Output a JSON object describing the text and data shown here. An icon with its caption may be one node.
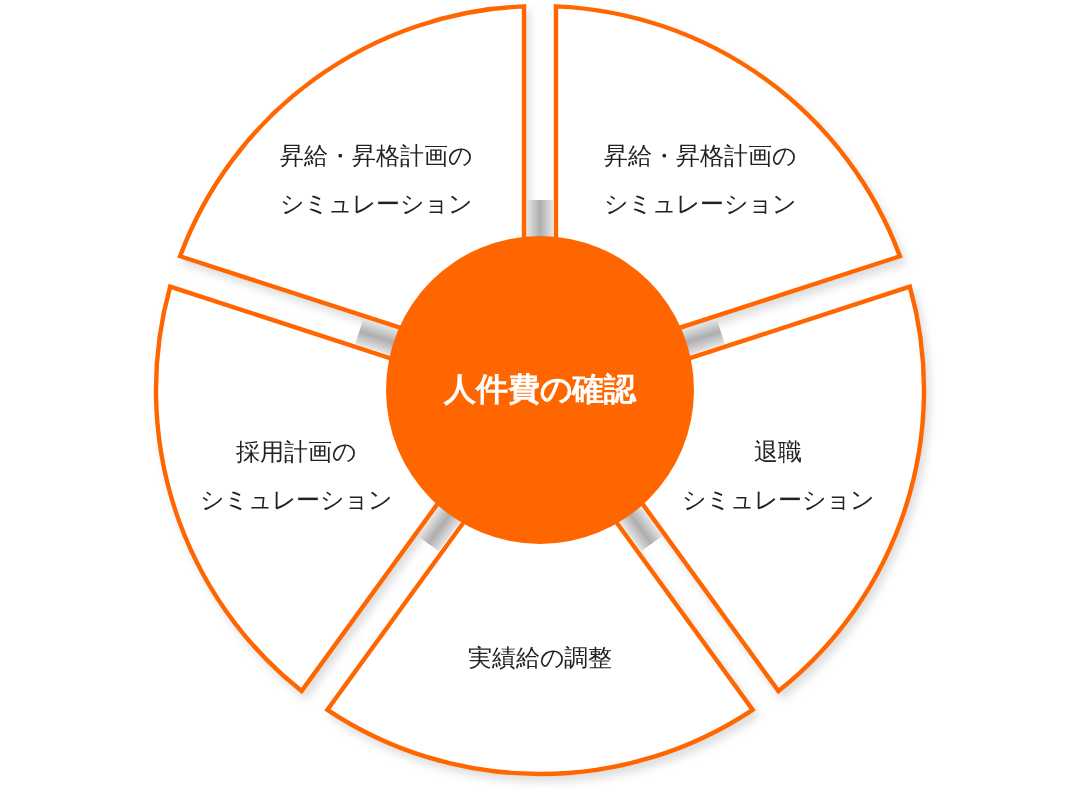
{
  "diagram": {
    "nodes": [
      {
        "text": [
          "人件費の確認"
        ]
      },
      {
        "text": [
          "昇給・昇格計画のシミュレーション"
        ]
      },
      {
        "text": [
          "昇給・昇格計画のシミュレーション"
        ]
      },
      {
        "text": [
          "退職シミュレーション"
        ]
      },
      {
        "text": [
          "実績給の調整"
        ]
      },
      {
        "text": [
          "採用計画のシミュレーション"
        ]
      }
    ]
  }
}
